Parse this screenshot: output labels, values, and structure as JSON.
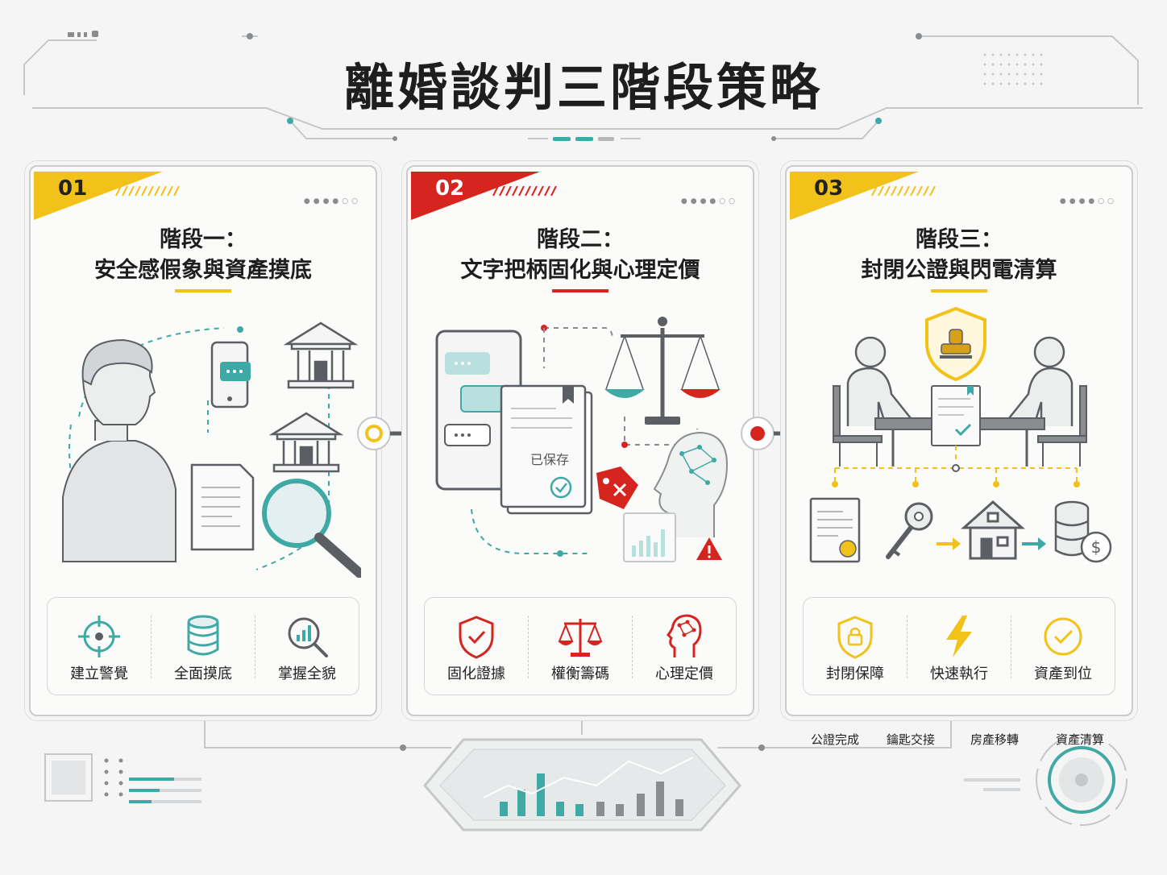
{
  "title": "離婚談判三階段策略",
  "stages": [
    {
      "number": "01",
      "label": "階段一：",
      "title": "安全感假象與資產摸底",
      "accent": "#f3c21a",
      "features": [
        {
          "label": "建立警覺",
          "icon": "target-icon"
        },
        {
          "label": "全面摸底",
          "icon": "database-icon"
        },
        {
          "label": "掌握全貌",
          "icon": "magnifier-chart-icon"
        }
      ]
    },
    {
      "number": "02",
      "label": "階段二：",
      "title": "文字把柄固化與心理定價",
      "accent": "#d6251f",
      "saved_label": "已保存",
      "features": [
        {
          "label": "固化證據",
          "icon": "shield-check-icon"
        },
        {
          "label": "權衡籌碼",
          "icon": "scales-icon"
        },
        {
          "label": "心理定價",
          "icon": "head-network-icon"
        }
      ]
    },
    {
      "number": "03",
      "label": "階段三：",
      "title": "封閉公證與閃電清算",
      "accent": "#f3c21a",
      "steps": [
        "公證完成",
        "鑰匙交接",
        "房產移轉",
        "資產清算"
      ],
      "features": [
        {
          "label": "封閉保障",
          "icon": "shield-lock-icon"
        },
        {
          "label": "快速執行",
          "icon": "lightning-icon"
        },
        {
          "label": "資產到位",
          "icon": "check-circle-icon"
        }
      ]
    }
  ],
  "colors": {
    "teal": "#3fa9a5",
    "yellow": "#f3c21a",
    "red": "#d6251f",
    "gray": "#5b5f63"
  }
}
